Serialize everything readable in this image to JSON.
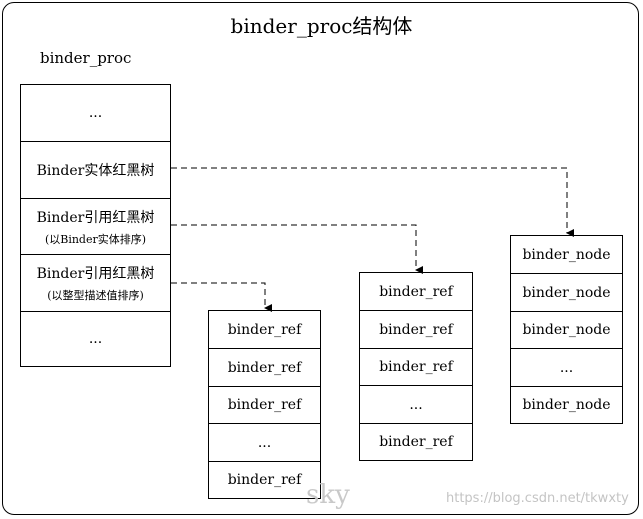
{
  "title": "binder_proc结构体",
  "proc_label": "binder_proc",
  "proc": {
    "rows": [
      {
        "text": "...",
        "sub": ""
      },
      {
        "text": "Binder实体红黑树",
        "sub": ""
      },
      {
        "text": "Binder引用红黑树",
        "sub": "(以Binder实体排序)"
      },
      {
        "text": "Binder引用红黑树",
        "sub": "(以整型描述值排序)"
      },
      {
        "text": "...",
        "sub": ""
      }
    ]
  },
  "ref_list_handle": {
    "rows": [
      "binder_ref",
      "binder_ref",
      "binder_ref",
      "...",
      "binder_ref"
    ]
  },
  "ref_list_node": {
    "rows": [
      "binder_ref",
      "binder_ref",
      "binder_ref",
      "...",
      "binder_ref"
    ]
  },
  "node_list": {
    "rows": [
      "binder_node",
      "binder_node",
      "binder_node",
      "...",
      "binder_node"
    ]
  },
  "watermark": {
    "sky": "sky",
    "url": "https://blog.csdn.net/tkwxty"
  }
}
